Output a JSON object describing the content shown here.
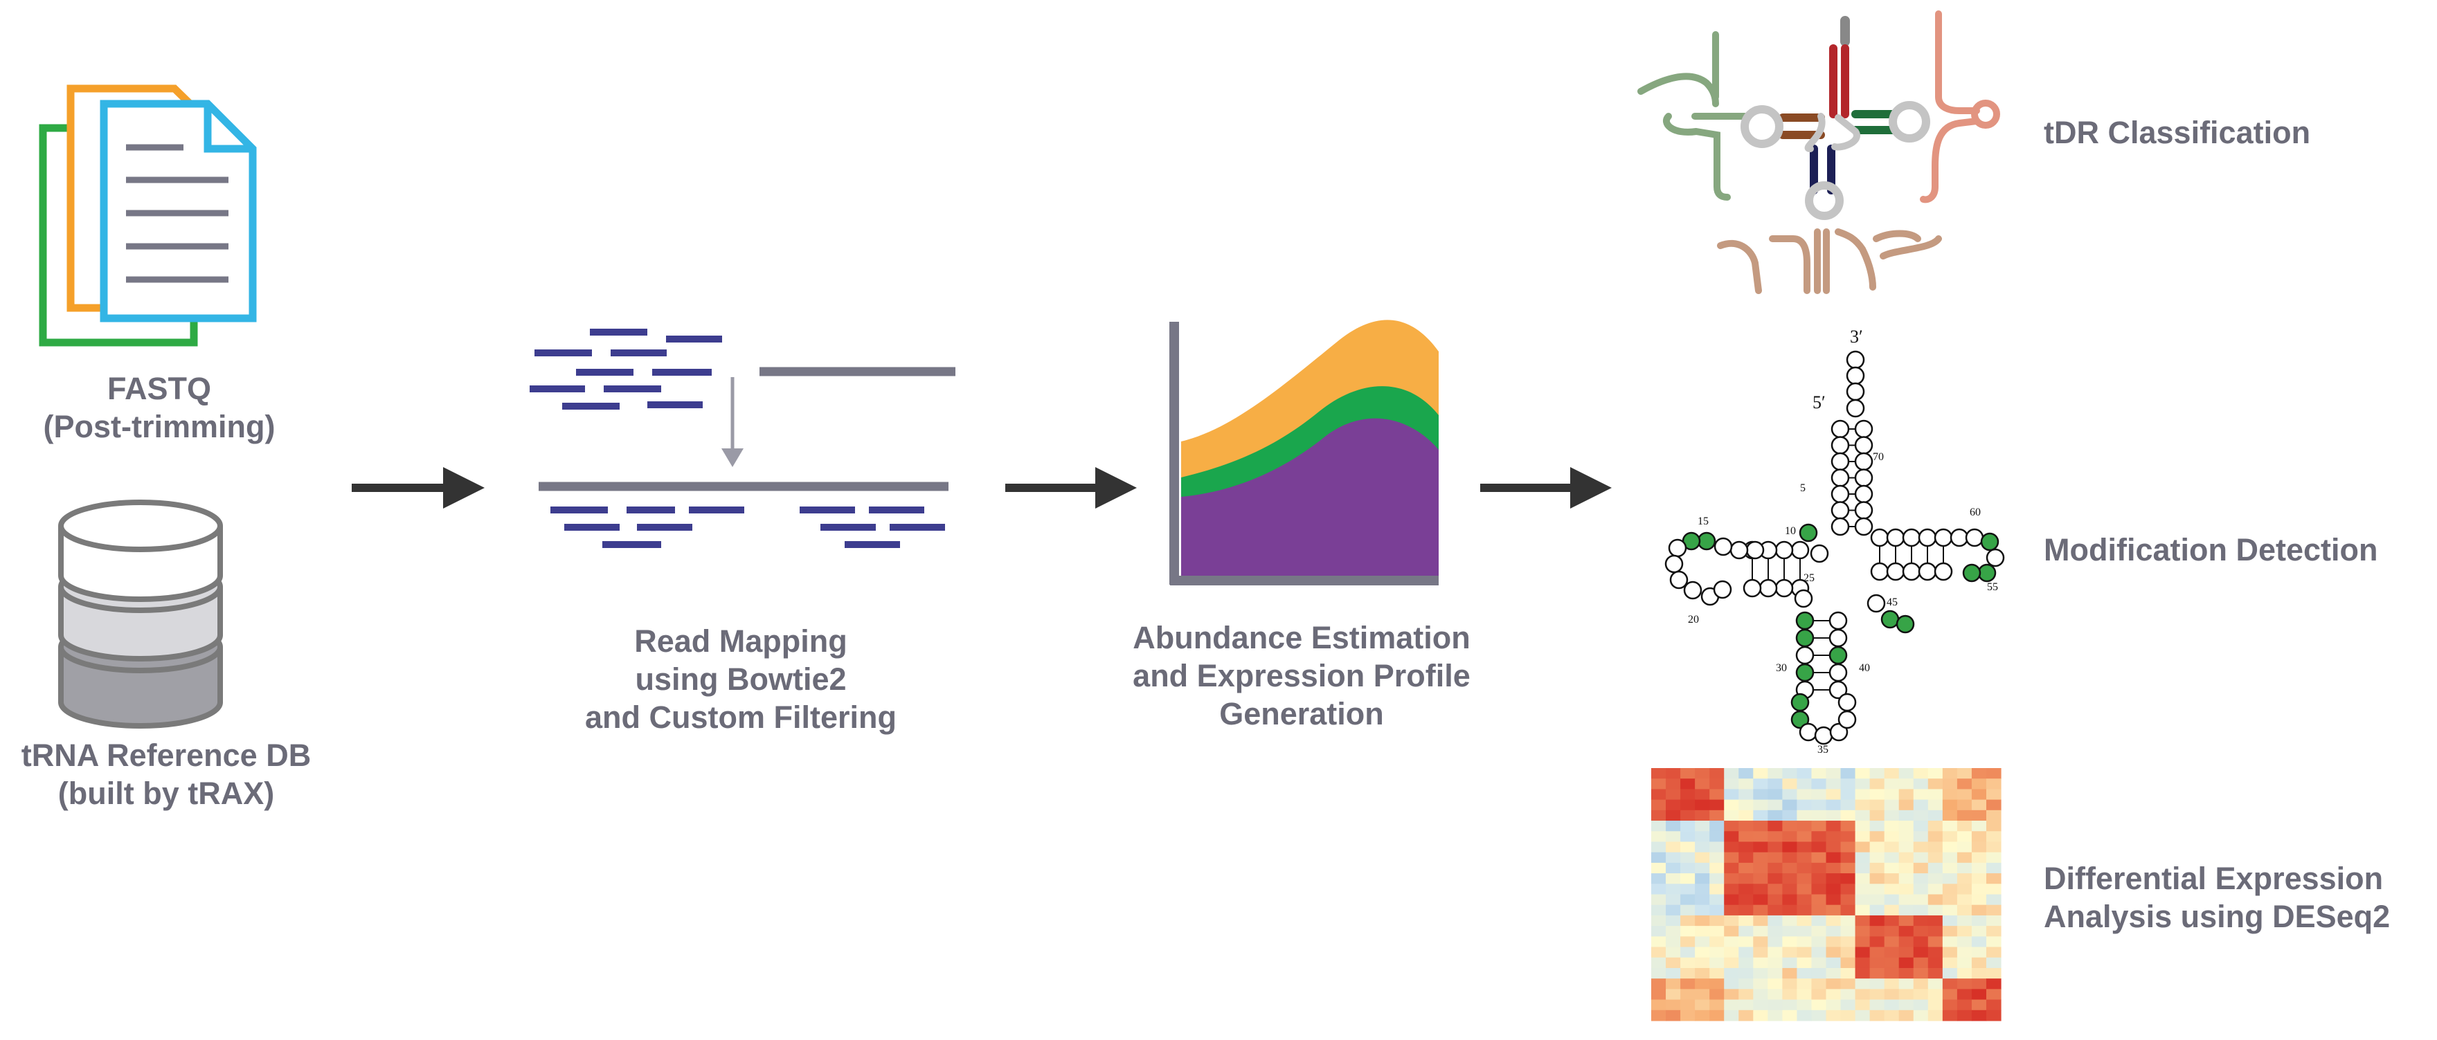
{
  "steps": {
    "fastq": {
      "line1": "FASTQ",
      "line2": "(Post-trimming)"
    },
    "trna_db": {
      "line1": "tRNA Reference DB",
      "line2": "(built by tRAX)"
    },
    "read_mapping": {
      "line1": "Read Mapping",
      "line2": "using Bowtie2",
      "line3": "and Custom Filtering"
    },
    "abundance": {
      "line1": "Abundance Estimation",
      "line2": "and Expression Profile",
      "line3": "Generation"
    }
  },
  "outputs": {
    "tdr": {
      "label": "tDR Classification"
    },
    "modification": {
      "label": "Modification Detection"
    },
    "differential": {
      "line1": "Differential Expression",
      "line2": "Analysis using DESeq2"
    }
  },
  "cloverleaf": {
    "three_prime": "3′",
    "five_prime": "5′",
    "position_labels": [
      "70",
      "5",
      "10",
      "15",
      "20",
      "25",
      "30",
      "35",
      "40",
      "45",
      "55",
      "60"
    ]
  },
  "colors": {
    "text": "#6b6b78",
    "arrow": "#333333",
    "read": "#3d3d8f",
    "reference": "#777786",
    "file_green": "#2eaa44",
    "file_orange": "#f5a02a",
    "file_blue": "#33b5e5",
    "area_orange": "#f7ae45",
    "area_green": "#1aa64d",
    "area_purple": "#7a3f96",
    "modified_nucleotide": "#37a447"
  }
}
